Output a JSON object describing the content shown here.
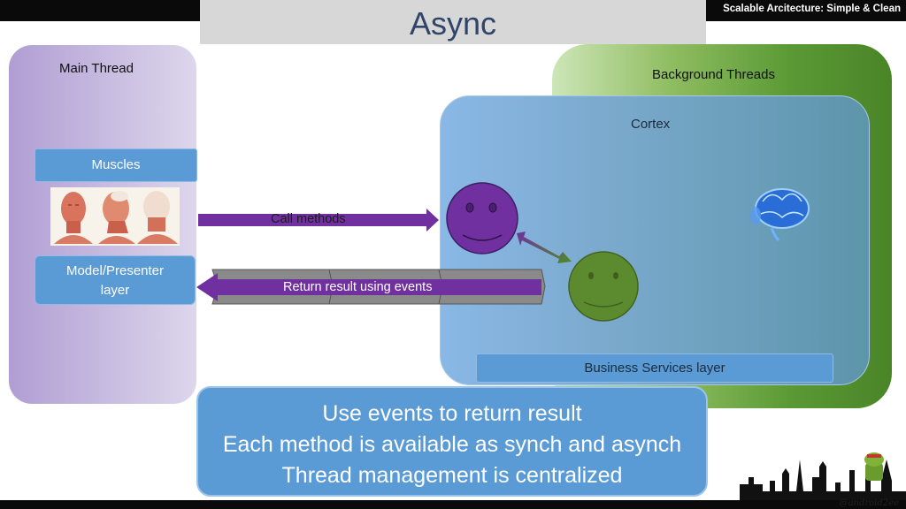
{
  "header": {
    "title": "Async",
    "brand": "Scalable Arcitecture: Simple & Clean"
  },
  "main_thread": {
    "label": "Main Thread",
    "muscles": "Muscles",
    "model_presenter_line1": "Model/Presenter",
    "model_presenter_line2": "layer"
  },
  "background": {
    "label": "Background Threads",
    "cortex": "Cortex",
    "business": "Business Services layer"
  },
  "arrows": {
    "call": "Call methods",
    "return": "Return result using events"
  },
  "callout": {
    "line1": "Use events to return result",
    "line2": "Each method is available as synch and asynch",
    "line3": "Thread management is centralized"
  },
  "footer": {
    "handle": "@android2ee"
  },
  "colors": {
    "main_thread": "#b09ed3",
    "background_threads": "#5a9a35",
    "cortex": "#7aa9cc",
    "pill": "#5b9bd5",
    "arrow": "#7030a0",
    "purple_face": "#7030a0",
    "green_face": "#5c8a2e"
  }
}
